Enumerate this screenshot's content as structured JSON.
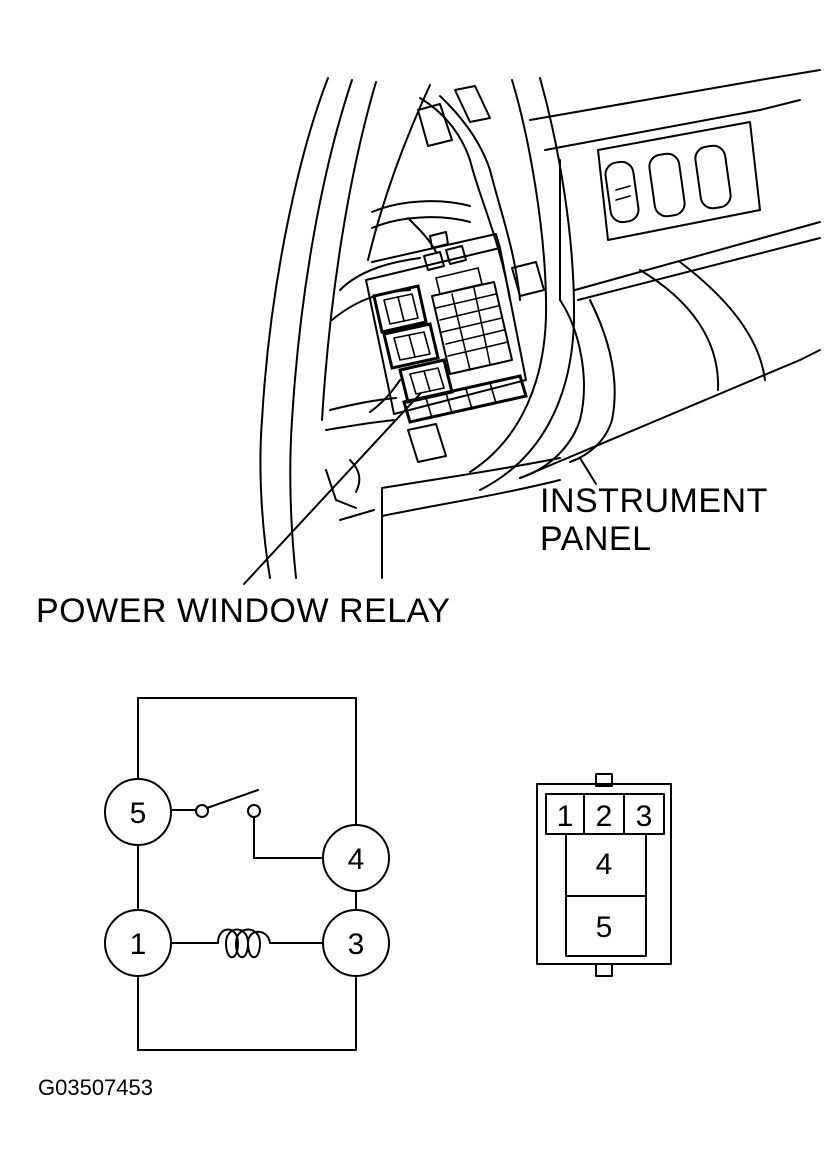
{
  "illustration": {
    "labels": {
      "instrument_panel_line1": "INSTRUMENT",
      "instrument_panel_line2": "PANEL",
      "power_window_relay": "POWER WINDOW RELAY"
    }
  },
  "schematic": {
    "pins": {
      "p5": "5",
      "p4": "4",
      "p1": "1",
      "p3": "3"
    }
  },
  "connector": {
    "top_cells": [
      "1",
      "2",
      "3"
    ],
    "lower_cells": [
      "4",
      "5"
    ]
  },
  "figure_code": "G03507453"
}
